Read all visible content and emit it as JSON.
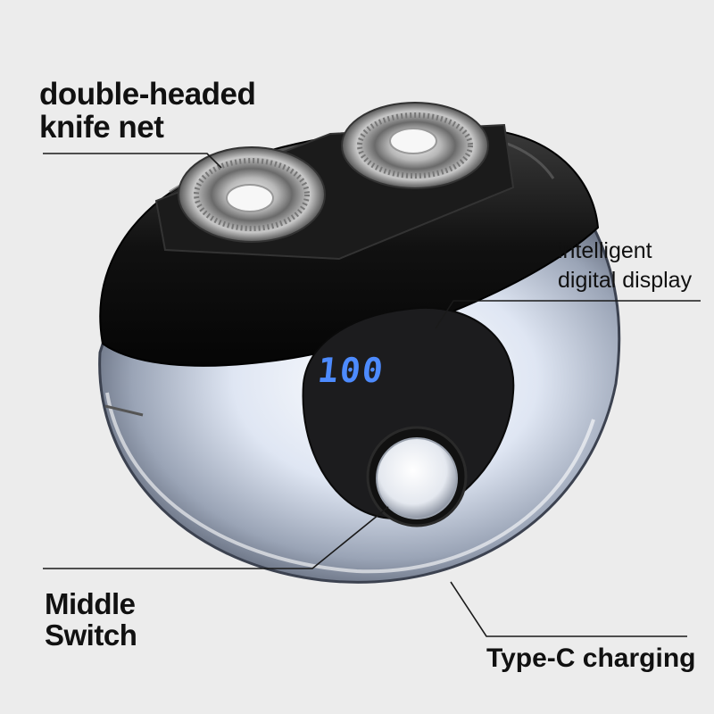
{
  "labels": {
    "knife_net": [
      "double-headed",
      "knife net"
    ],
    "display": [
      "intelligent",
      "digital display"
    ],
    "switch": [
      "Middle",
      "Switch"
    ],
    "charging": "Type-C charging"
  },
  "display_readout": "100",
  "colors": {
    "background": "#ececec",
    "body_dark": "#151515",
    "display_glow": "#4d8bff",
    "callout_line": "#1a1a1a"
  }
}
